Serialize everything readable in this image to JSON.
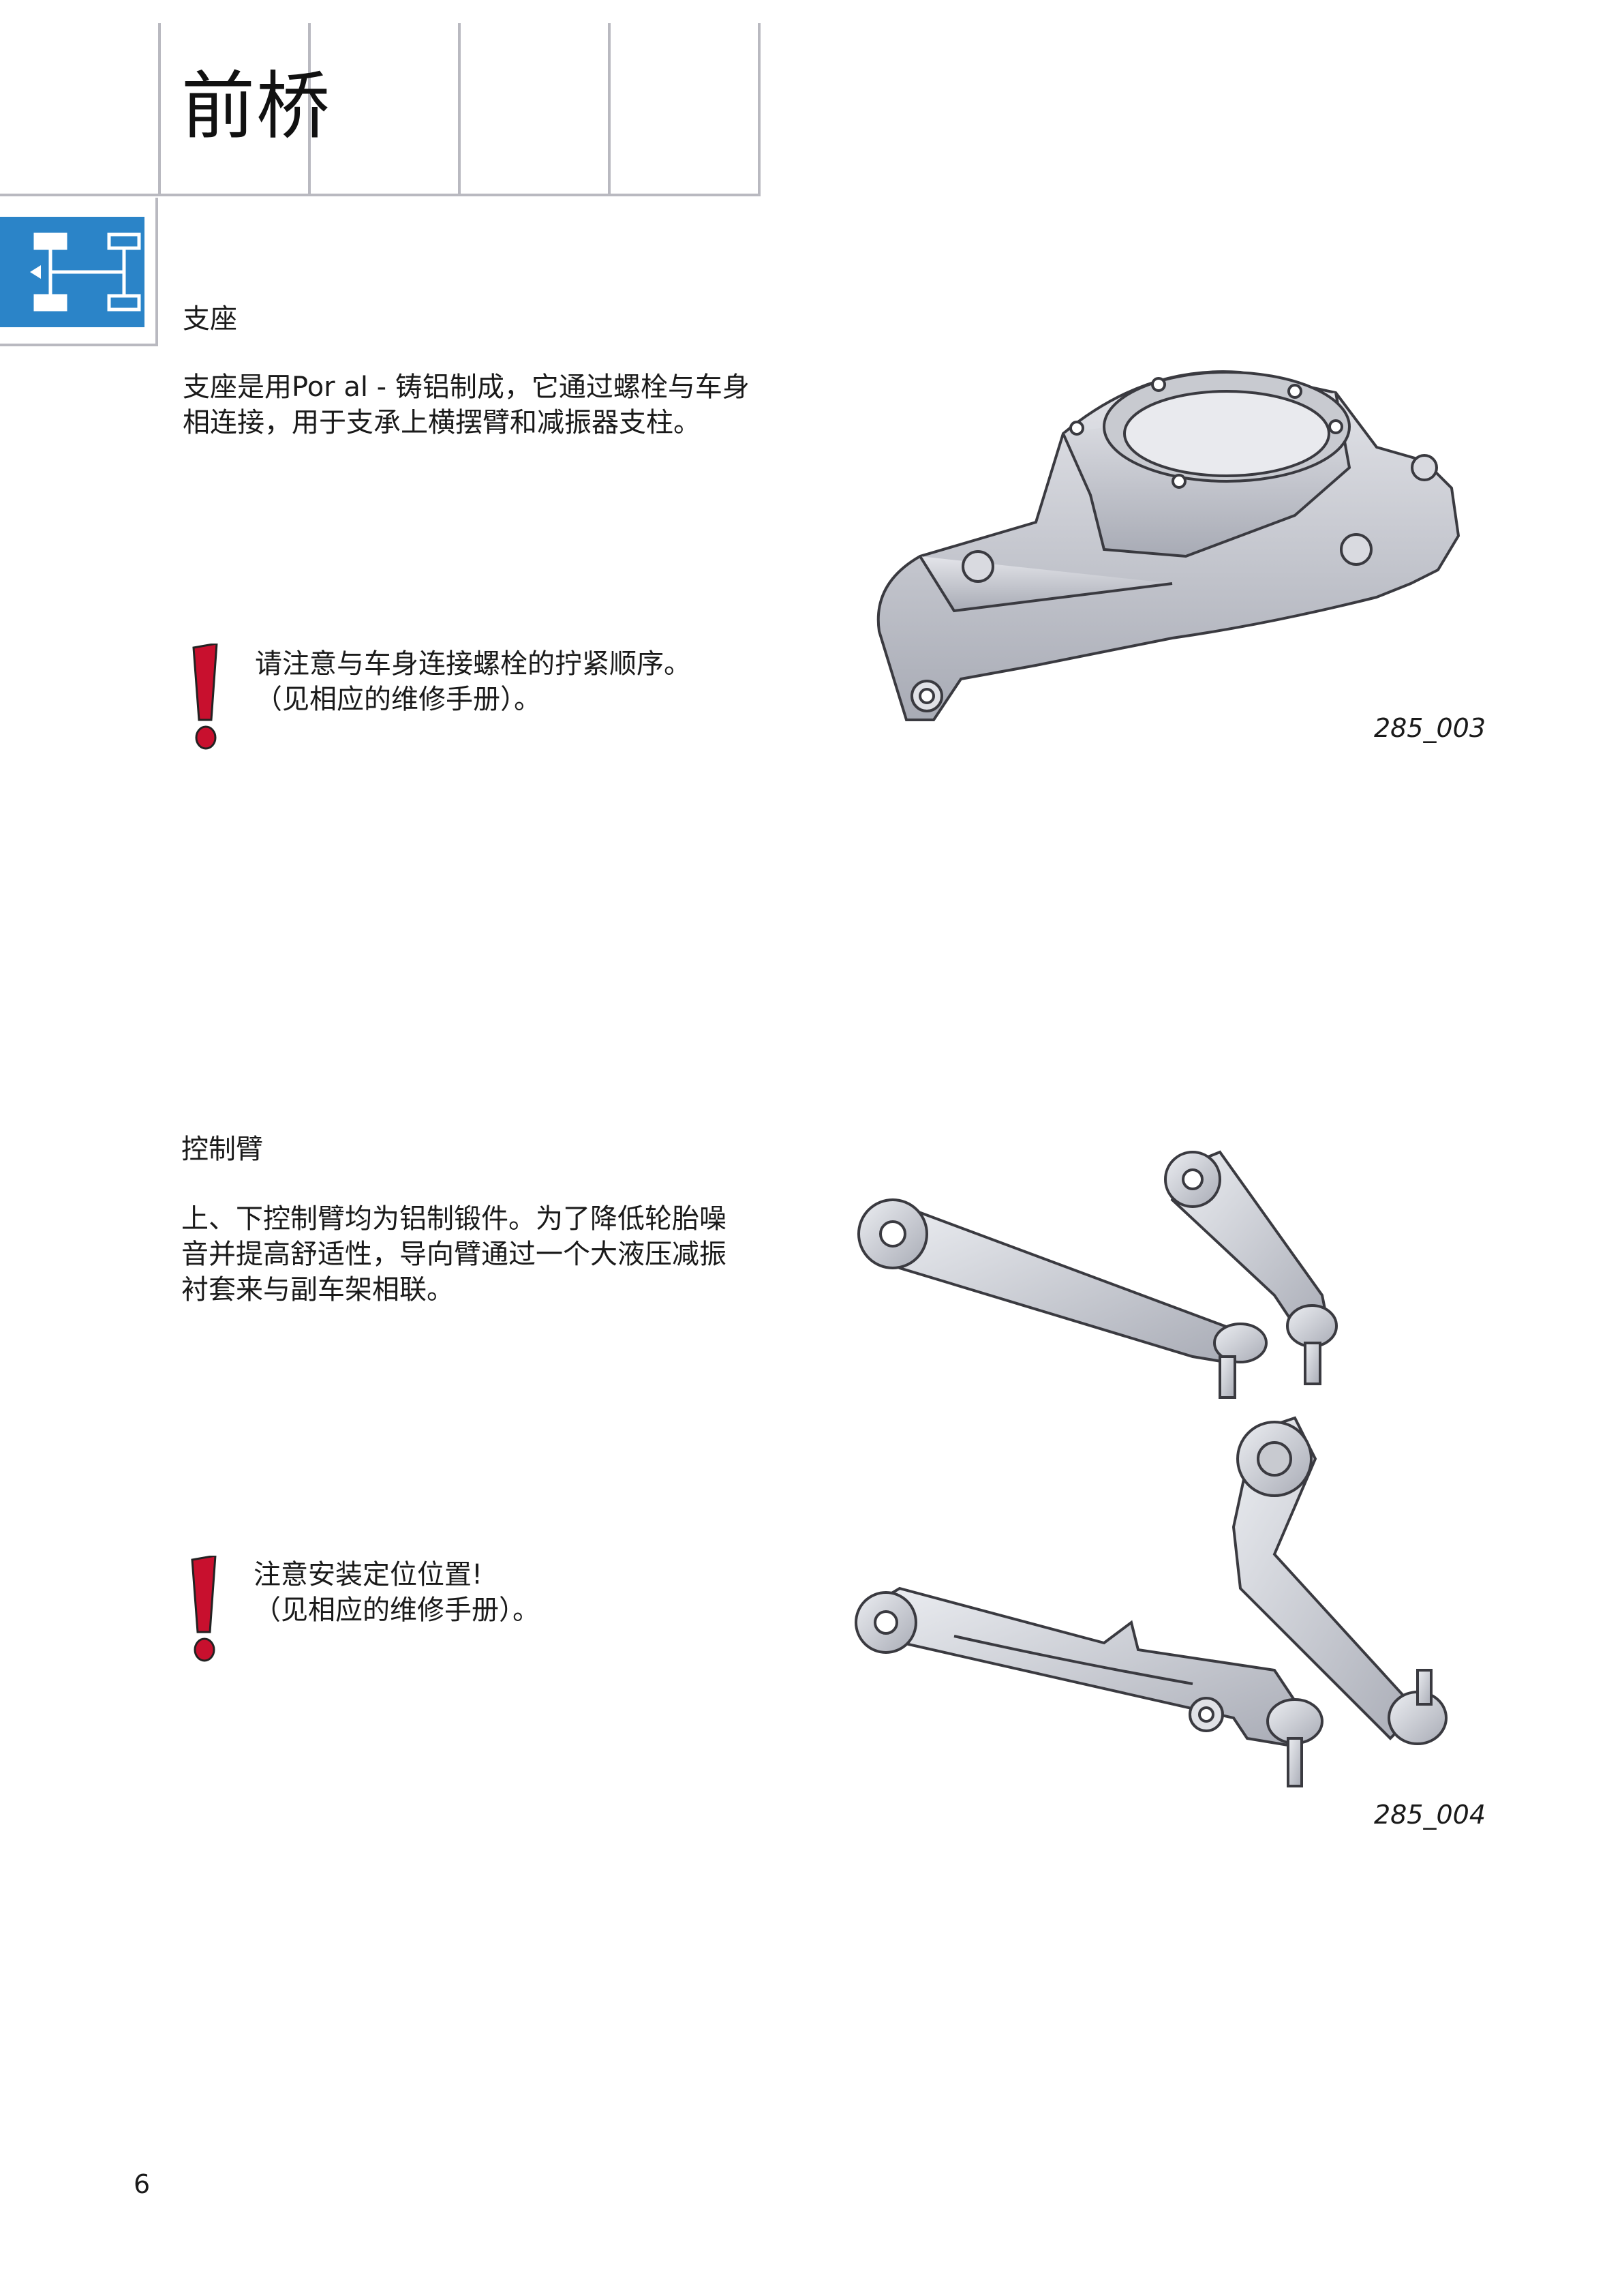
{
  "header": {
    "title": "前桥"
  },
  "section1": {
    "heading": "支座",
    "text": "支座是用Por al - 铸铝制成，它通过螺栓与车身\n相连接，用于支承上横摆臂和减振器支柱。",
    "note": "请注意与车身连接螺栓的拧紧顺序。\n（见相应的维修手册）。",
    "figure_caption": "285_003"
  },
  "section2": {
    "heading": "控制臂",
    "text": "上、下控制臂均为铝制锻件。为了降低轮胎噪\n音并提高舒适性，导向臂通过一个大液压减振\n衬套来与副车架相联。",
    "note": "注意安装定位位置!\n（见相应的维修手册）。",
    "figure_caption": "285_004"
  },
  "footer": {
    "page_number": "6"
  },
  "colors": {
    "chapter_icon": "#2b84c8",
    "warning": "#c8102e",
    "grid": "#b9b9c0"
  },
  "icons": {
    "chapter": "axle-diagram-icon",
    "warning": "exclamation-icon"
  }
}
